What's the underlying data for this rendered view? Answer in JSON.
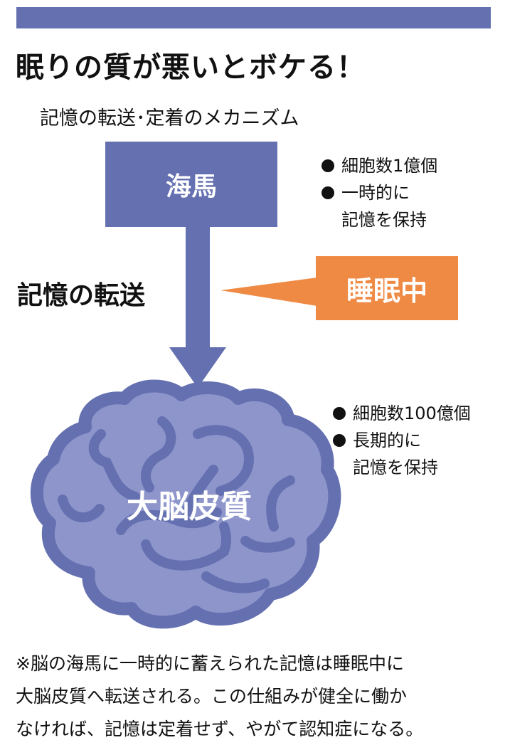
{
  "header": {
    "title": "眠りの質が悪いとボケる！",
    "subtitle": "記憶の転送･定着のメカニズム"
  },
  "hippocampus": {
    "label": "海馬",
    "facts": [
      {
        "text": "細胞数1億個"
      },
      {
        "text": "一時的に",
        "continuation": "記憶を保持"
      }
    ]
  },
  "transfer": {
    "label": "記憶の転送",
    "condition": "睡眠中"
  },
  "cortex": {
    "label": "大脳皮質",
    "facts": [
      {
        "text": "細胞数100億個"
      },
      {
        "text": "長期的に",
        "continuation": "記憶を保持"
      }
    ]
  },
  "footnote": {
    "lines": [
      "※脳の海馬に一時的に蓄えられた記憶は睡眠中に",
      "大脳皮質へ転送される。この仕組みが健全に働か",
      "なければ、記憶は定着せず、やがて認知症になる。"
    ]
  },
  "colors": {
    "primary": "#6470b0",
    "brain_fill": "#8e95cb",
    "accent": "#ef8a45",
    "text": "#111111"
  }
}
